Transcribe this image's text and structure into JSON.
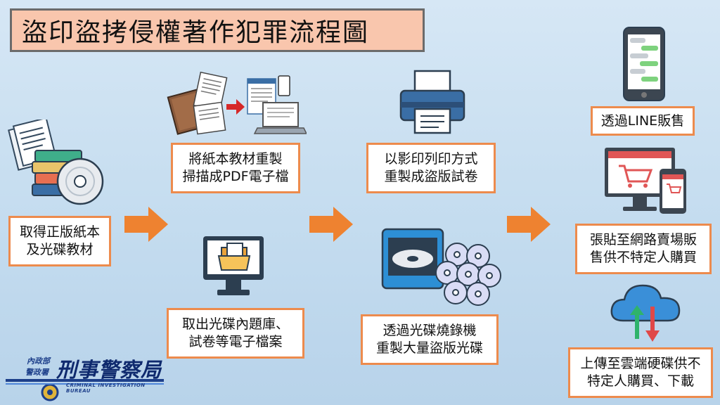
{
  "title": "盜印盜拷侵權著作犯罪流程圖",
  "steps": {
    "original": "取得正版紙本\n及光碟教材",
    "scan": "將紙本教材重製\n掃描成PDF電子檔",
    "extract": "取出光碟內題庫、\n試卷等電子檔案",
    "photocopy": "以影印列印方式\n重製成盜版試卷",
    "burn": "透過光碟燒錄機\n重製大量盜版光碟",
    "line": "透過LINE販售",
    "online": "張貼至網路賣場販\n售供不特定人購買",
    "cloud": "上傳至雲端硬碟供不\n特定人購買、下載"
  },
  "logo": {
    "ministry": "內政部",
    "police": "警政署",
    "bureau": "刑事警察局",
    "english": "CRIMINAL INVESTIGATION BUREAU"
  },
  "colors": {
    "accent": "#ed8b4d",
    "title_bg": "#f9c6ad",
    "arrow": "#ee8230"
  }
}
